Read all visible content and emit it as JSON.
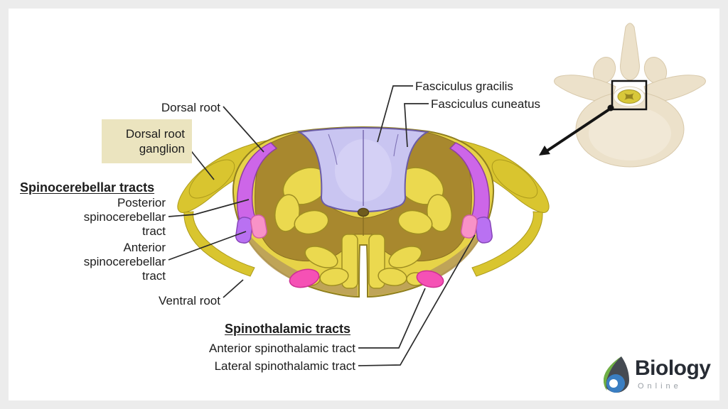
{
  "figure": {
    "labels": {
      "dorsal_root": "Dorsal root",
      "dorsal_root_ganglion": "Dorsal root\nganglion",
      "spinocerebellar_heading": "Spinocerebellar tracts",
      "posterior_spinocerebellar": "Posterior\nspinocerebellar\ntract",
      "anterior_spinocerebellar": "Anterior\nspinocerebellar\ntract",
      "ventral_root": "Ventral root",
      "spinothalamic_heading": "Spinothalamic tracts",
      "anterior_spinothalamic": "Anterior spinothalamic tract",
      "lateral_spinothalamic": "Lateral spinothalamic tract",
      "fasciculus_gracilis": "Fasciculus gracilis",
      "fasciculus_cuneatus": "Fasciculus cuneatus"
    },
    "logo": {
      "brand": "Biology",
      "subtitle": "Online"
    }
  },
  "colors": {
    "frame_bg": "#ececec",
    "canvas_bg": "#ffffff",
    "label_text": "#1c1c1c",
    "leader_line": "#2b2b2b",
    "drg_box_bg": "#ebe4bf",
    "cord_yellow": "#e7d348",
    "cord_outline": "#8f7e20",
    "cord_shadow": "#b79b5c",
    "root_yellow": "#d9c52f",
    "root_outline": "#ac9a1b",
    "gray_matter": "#a8882e",
    "gray_outline": "#8a7120",
    "lobe_yellow": "#ebd94f",
    "lobe_outline": "#9f8e22",
    "dorsal_column": "#c9c5f1",
    "dorsal_column_light": "#dad6f7",
    "dorsal_column_outline": "#6b5ca6",
    "spinocerebellar": "#cd66e8",
    "spinocerebellar_outline": "#8d3f9e",
    "anterior_spinocerebellar": "#b971f2",
    "anterior_spinocerebellar_outline": "#8746b8",
    "lateral_spinothalamic": "#f892c7",
    "lateral_spinothalamic_outline": "#d25da6",
    "anterior_spinothalamic": "#f551b5",
    "anterior_spinothalamic_outline": "#cc2f92",
    "canal": "#6f5c1e",
    "canal_outline": "#55451a",
    "bone": "#ece1ca",
    "bone_shade": "#d8c9ab",
    "arrow_black": "#141414",
    "logo_green": "#6fb044",
    "logo_dark": "#454a52",
    "logo_blue": "#3a7ec2",
    "logo_text": "#272c34",
    "logo_subtext": "#9aa0a6"
  }
}
